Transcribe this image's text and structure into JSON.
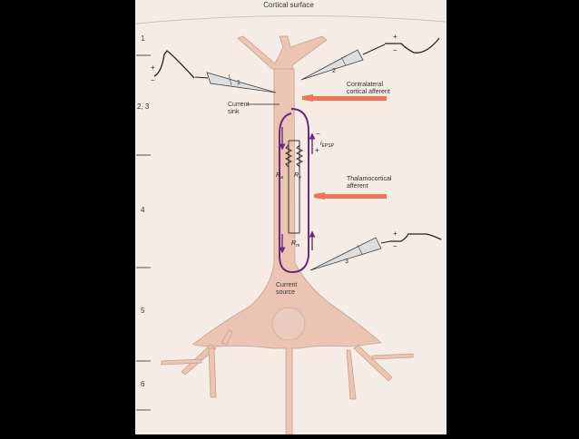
{
  "title": "Cortical surface",
  "layers": [
    "1",
    "2, 3",
    "4",
    "5",
    "6"
  ],
  "labels": {
    "current_sink": [
      "Current",
      "sink"
    ],
    "current_source": [
      "Current",
      "source"
    ],
    "contralateral": [
      "Contralateral",
      "cortical afferent"
    ],
    "thalamocortical": [
      "Thalamocortical",
      "afferent"
    ],
    "electrode_1": "1",
    "electrode_2": "2",
    "electrode_3": "3",
    "plus": "+",
    "minus": "−",
    "i_main": "i",
    "i_sub": "EPSP",
    "r_left_main": "R",
    "r_left_sub": "a",
    "r_right_main": "R",
    "r_right_sub": "e",
    "r_bottom_main": "R",
    "r_bottom_sub": "m"
  },
  "colors": {
    "background": "#000000",
    "panel": "#f6ece6",
    "neuron": "#ecc4b4",
    "afferent": "#e9775a",
    "current_loop": "#6a2a7a",
    "electrode": "#dedede",
    "ink": "#222222"
  }
}
